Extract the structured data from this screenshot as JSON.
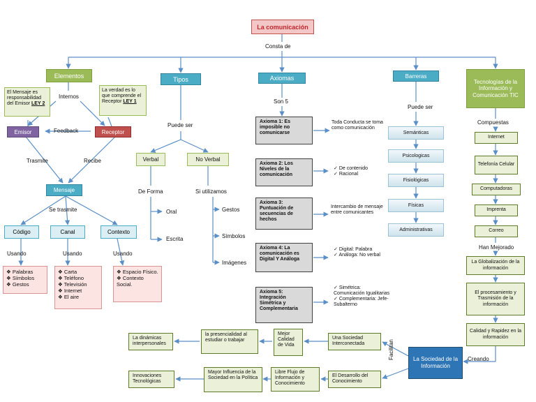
{
  "root": {
    "title": "La comunicación",
    "consta": "Consta de"
  },
  "categories": {
    "elementos": "Elementos",
    "tipos": "Tipos",
    "axiomas": "Axiomas",
    "barreras": "Barreras",
    "tic": "Tecnologías de la Información y Comunicación TIC"
  },
  "elementos": {
    "note1_text": "El Mensaje es responsabilidad del Emisor",
    "note1_law": "LEY 2",
    "note2_text": "La verdad es lo que comprende el Receptor",
    "note2_law": "LEY 1",
    "internos": "Internos",
    "emisor": "Emisor",
    "receptor": "Receptor",
    "feedback": "Feedback",
    "trasmite": "Trasmite",
    "recibe": "Recibe",
    "mensaje": "Mensaje",
    "se_trasmite": "Se trasmite",
    "codigo": "Código",
    "canal": "Canal",
    "contexto": "Contexto",
    "usando": "Usando",
    "codigo_items": [
      "Palabras",
      "Símbolos",
      "Gestos"
    ],
    "canal_items": [
      "Carta",
      "Teléfono",
      "Televisión",
      "Internet",
      "El aire"
    ],
    "contexto_items": [
      "Espacio Físico.",
      "Contexto Social."
    ]
  },
  "tipos": {
    "puede_ser": "Puede ser",
    "verbal": "Verbal",
    "no_verbal": "No Verbal",
    "de_forma": "De Forma",
    "oral": "Oral",
    "escrita": "Escrita",
    "si_utilizamos": "Si utilizamos",
    "gestos": "Gestos",
    "simbolos": "Símbolos",
    "imagenes": "Imágenes"
  },
  "axiomas": {
    "son": "Son 5",
    "list": [
      {
        "title": "Axioma 1: Es imposible no comunicarse",
        "desc": "Toda Conducta se toma como comunicación"
      },
      {
        "title": "Axioma 2: Los Niveles de la comunicación",
        "checks": [
          "De contenido",
          "Racional"
        ]
      },
      {
        "title": "Axioma 3: Puntuación de secuencias de hechos",
        "desc": "Intercambio de mensaje entre comunicantes"
      },
      {
        "title": "Axioma 4: La comunicación es Digital Y Análoga",
        "checks": [
          "Digital: Palabra",
          "Análoga: No verbal"
        ]
      },
      {
        "title": "Axioma 5: Integración Simétrica y Complementaria",
        "checks": [
          "Simétrica: Comunicación Igualitarias",
          "Complementaria: Jefe- Subalterno"
        ]
      }
    ]
  },
  "barreras": {
    "puede_ser": "Puede ser",
    "items": [
      "Semánticas",
      "Psicologicas",
      "Fisiológicas",
      "Físicas",
      "Administrativas"
    ]
  },
  "tic": {
    "compuestas": "Compuestas",
    "items": [
      "Internet",
      "Telefonía Celular",
      "Computadoras",
      "Imprenta",
      "Correo"
    ],
    "han_mejorado": "Han Mejorado",
    "mejoras": [
      "La Globalización de la información",
      "El procesamiento y Trasmisión de la información",
      "Calidad y Rapidez en la información"
    ],
    "creando": "Creando"
  },
  "sociedad": {
    "title": "La Sociedad de la Información",
    "facilitan": "Facilitan",
    "row1": [
      "Una Sociedad Interconectada",
      "Mejor Calidad de Vida",
      "la presencialidad al estudiar o trabajar",
      "La dinámicas interpersonales"
    ],
    "row2": [
      "El Desarrollo del Conocimiento",
      "Libre Flujo de Información y Conocimiento",
      "Mayor Influencia de la Sociedad en la Política",
      "Innovaciones Tecnológicas"
    ]
  }
}
